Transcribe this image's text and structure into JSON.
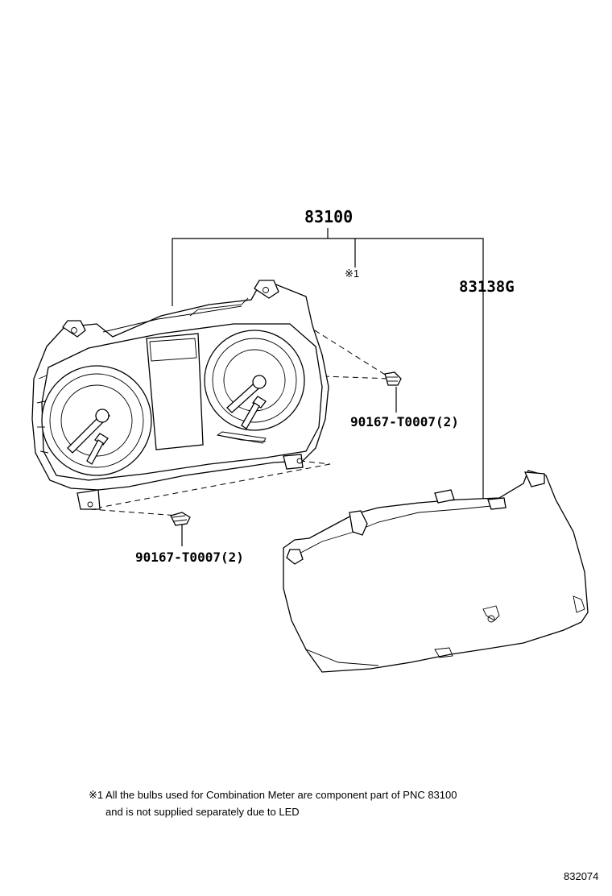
{
  "labels": {
    "assembly": "83100",
    "cover": "83138G",
    "screw_right": "90167-T0007(2)",
    "screw_left": "90167-T0007(2)",
    "note_mark": "※1"
  },
  "footnote": {
    "line1": "※1 All the bulbs used for Combination Meter are component part of PNC 83100",
    "line2": "and is not supplied separately due to LED"
  },
  "diagram_id": "832074"
}
